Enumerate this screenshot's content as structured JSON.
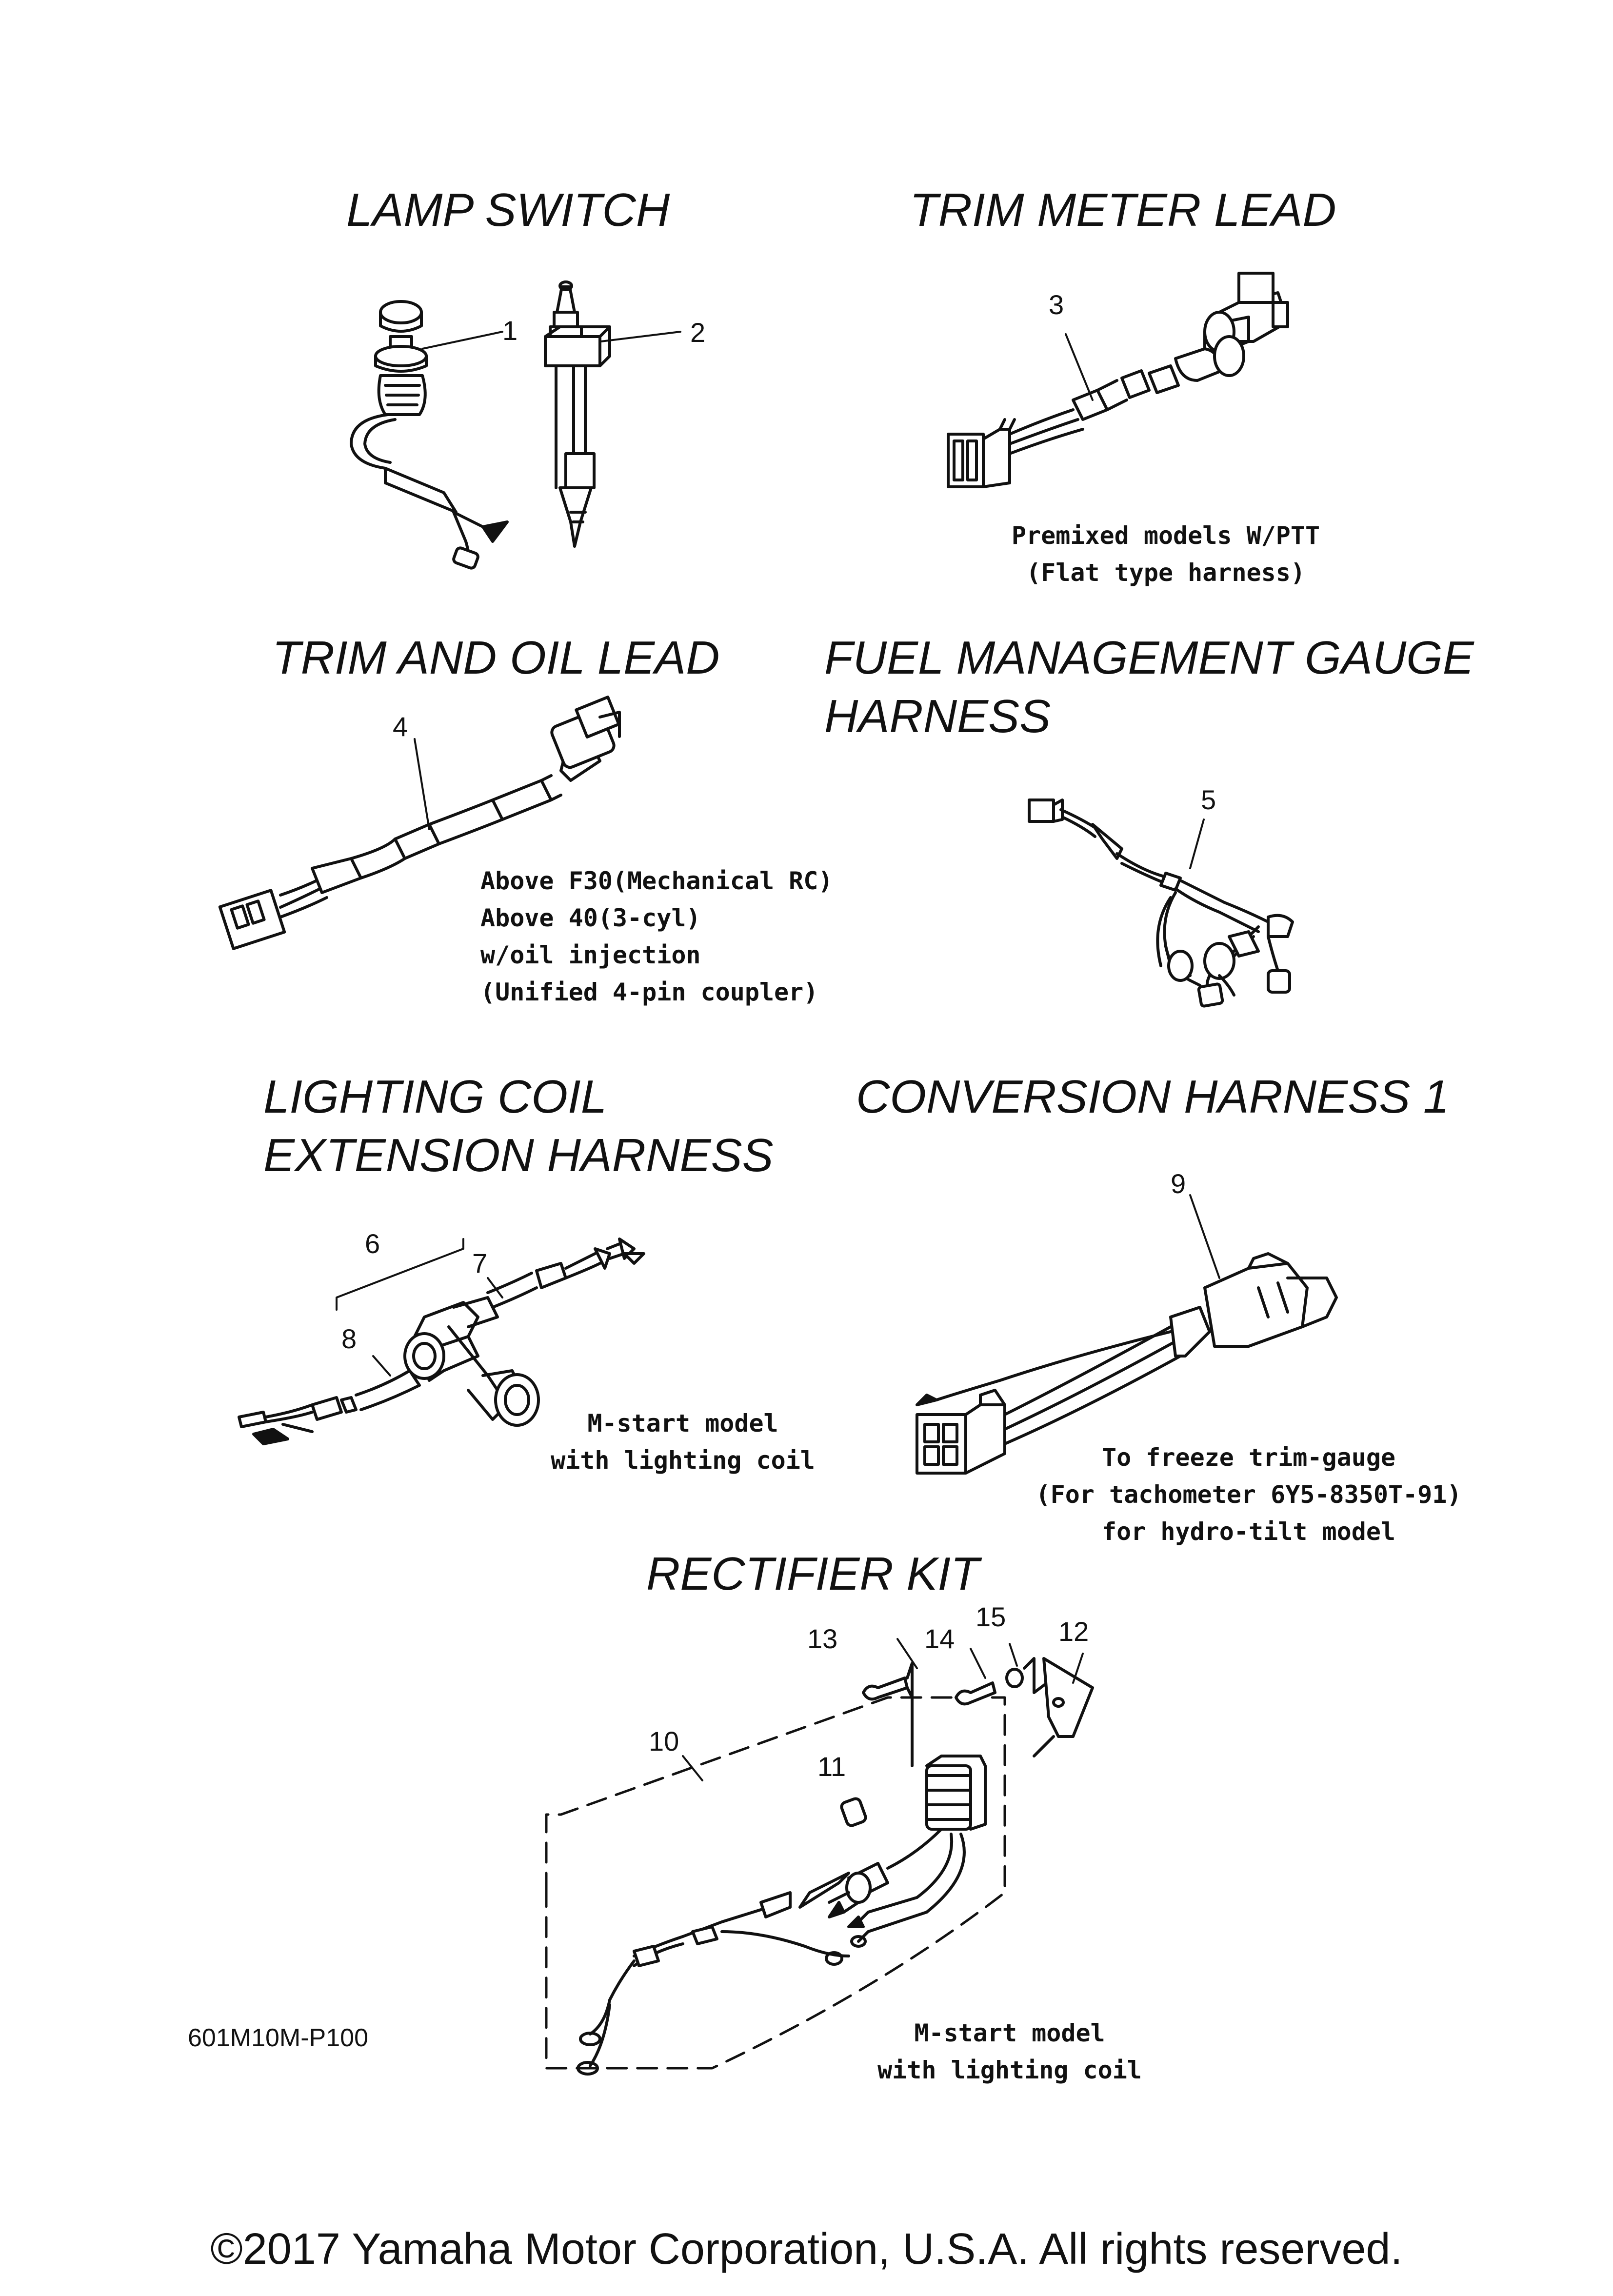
{
  "sections": {
    "lamp_switch": {
      "title": "LAMP SWITCH"
    },
    "trim_meter_lead": {
      "title": "TRIM METER LEAD",
      "note": [
        "Premixed models W/PTT",
        "(Flat type harness)"
      ]
    },
    "trim_and_oil_lead": {
      "title": "TRIM AND OIL LEAD",
      "note": [
        "Above F30(Mechanical RC)",
        "Above 40(3-cyl)",
        "w/oil injection",
        "(Unified 4-pin coupler)"
      ]
    },
    "fuel_management_gauge_harness": {
      "title_lines": [
        "FUEL MANAGEMENT GAUGE",
        "HARNESS"
      ]
    },
    "lighting_coil_extension_harness": {
      "title_lines": [
        "LIGHTING COIL",
        "EXTENSION HARNESS"
      ],
      "note": [
        "M-start model",
        "with lighting coil"
      ]
    },
    "conversion_harness_1": {
      "title": "CONVERSION HARNESS 1",
      "note": [
        "To freeze trim-gauge",
        "(For tachometer 6Y5-8350T-91)",
        "for hydro-tilt model"
      ]
    },
    "rectifier_kit": {
      "title": "RECTIFIER KIT",
      "note": [
        "M-start model",
        "with lighting coil"
      ]
    }
  },
  "callouts": {
    "c1": "1",
    "c2": "2",
    "c3": "3",
    "c4": "4",
    "c5": "5",
    "c6": "6",
    "c7": "7",
    "c8": "8",
    "c9": "9",
    "c10": "10",
    "c11": "11",
    "c12": "12",
    "c13": "13",
    "c14": "14",
    "c15": "15"
  },
  "drawing_code": "601M10M-P100",
  "copyright": "©2017 Yamaha Motor Corporation, U.S.A. All rights reserved."
}
